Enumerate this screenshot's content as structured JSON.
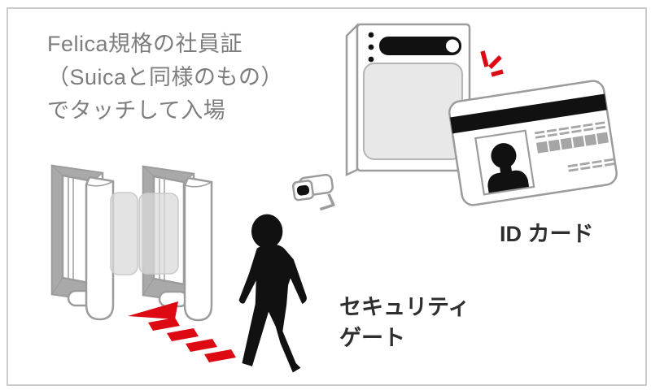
{
  "scene": {
    "caption": {
      "lines": [
        "Felica規格の社員証",
        "（Suicaと同様のもの）",
        "でタッチして入場"
      ]
    },
    "id_card_label": "ID カード",
    "gate_label": {
      "line1": "セキュリティ",
      "line2": "ゲート"
    }
  },
  "icons": {
    "card_reader": "card-reader-icon",
    "tap_spark": "tap-spark-icon",
    "id_card": "id-card-icon",
    "security_camera": "security-camera-icon",
    "security_gate": "security-gate-icon",
    "walking_person": "walking-person-icon",
    "direction_arrow": "red-dashed-arrow-icon"
  },
  "colors": {
    "caption_text": "#7d7d7d",
    "label_text": "#2e2e2e",
    "accent_red": "#dd0a14",
    "outline_gray": "#9c9c9c",
    "surface_gray": "#a9a9a9",
    "pad_gray": "#e8e8e8",
    "flap_gray": "#d9d9d9",
    "silhouette_black": "#111111",
    "frame_border": "#cccccc",
    "mark_gray": "#a6a6a6"
  }
}
